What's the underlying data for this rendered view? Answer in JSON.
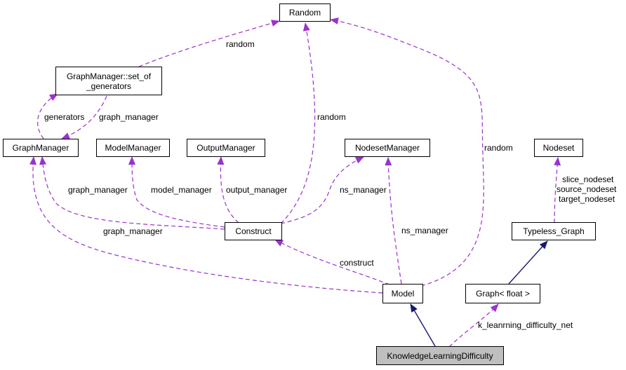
{
  "nodes": {
    "random": "Random",
    "set_of_generators": "GraphManager::set_of\n_generators",
    "graph_manager": "GraphManager",
    "model_manager": "ModelManager",
    "output_manager": "OutputManager",
    "nodeset_manager": "NodesetManager",
    "nodeset": "Nodeset",
    "construct": "Construct",
    "typeless_graph": "Typeless_Graph",
    "model": "Model",
    "graph_float": "Graph< float >",
    "knowledge_learning_difficulty": "KnowledgeLearningDifficulty"
  },
  "edge_labels": {
    "random_setgen": "random",
    "generators": "generators",
    "graph_manager_setgen": "graph_manager",
    "random_construct": "random",
    "random_model": "random",
    "graph_manager_construct": "graph_manager",
    "model_manager": "model_manager",
    "output_manager": "output_manager",
    "ns_manager_construct": "ns_manager",
    "ns_manager_model": "ns_manager",
    "graph_manager_model": "graph_manager",
    "construct": "construct",
    "slice_nodeset": "slice_nodeset",
    "source_nodeset": "source_nodeset",
    "target_nodeset": "target_nodeset",
    "k_learning_difficulty_net": "k_leanrning_difficulty_net"
  },
  "colors": {
    "usage_edge": "#9a32cd",
    "inherit_edge": "#191970",
    "highlight_node": "#bfbfbf"
  }
}
